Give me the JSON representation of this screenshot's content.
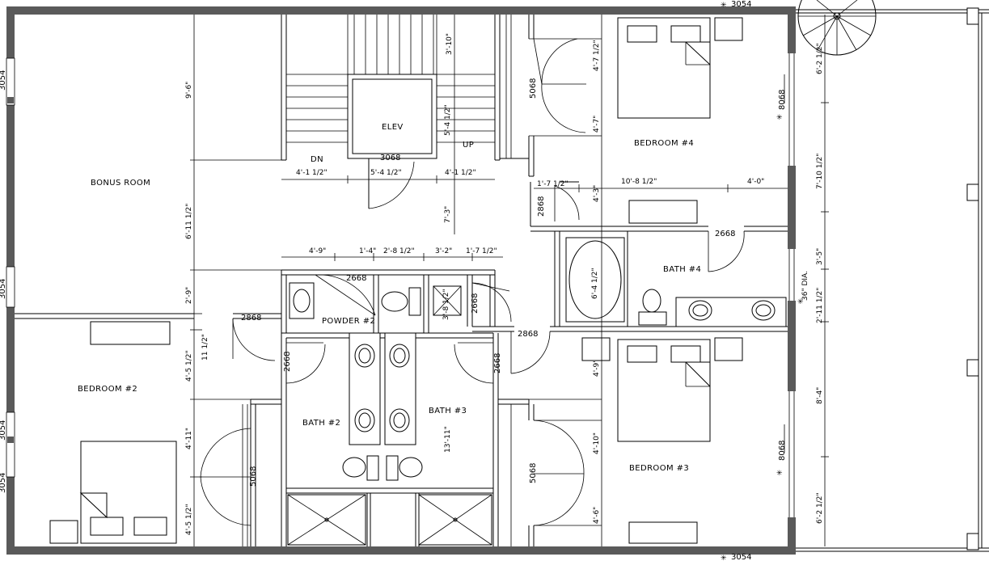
{
  "rooms": {
    "bonus_room": "BONUS ROOM",
    "bedroom_2": "BEDROOM #2",
    "bedroom_3": "BEDROOM #3",
    "bedroom_4": "BEDROOM #4",
    "bath_2": "BATH #2",
    "bath_3": "BATH #3",
    "bath_4": "BATH #4",
    "powder_2": "POWDER #2",
    "elev": "ELEV"
  },
  "stair_labels": {
    "dn": "DN",
    "up": "UP"
  },
  "door_labels": {
    "elev_door": "3068",
    "closet_b4": "5068",
    "closet_b3": "5068",
    "closet_b2": "5068",
    "bath4_entry": "2668",
    "bath4_side": "2868",
    "powder_door": "2668",
    "bath3_side": "2668",
    "hall_bath3": "2868",
    "bath2_side": "2668",
    "bedroom2_door": "2868",
    "bath3_entry": "2668",
    "window_b4": "8068",
    "window_b3": "8068",
    "window_top": "3054",
    "window_bottom": "3054",
    "window_left_1": "3054",
    "window_left_2": "3054",
    "window_left_3": "3054",
    "window_left_4": "3054"
  },
  "dimensions": {
    "stair_left": "4'-1 1/2\"",
    "stair_mid": "5'-4 1/2\"",
    "stair_right": "4'-1 1/2\"",
    "stair_top": "3'-10\"",
    "elev_height": "5'-4 1/2\"",
    "hall_height": "7'-3\"",
    "bonus_top": "9'-6\"",
    "bonus_mid": "6'-11 1/2\"",
    "bonus_low": "2'-9\"",
    "b2_top": "11 1/2\"",
    "b2_mid": "4'-5 1/2\"",
    "b2_closet": "4'-11\"",
    "b2_bottom": "4'-5 1/2\"",
    "row_a": "4'-9\"",
    "row_b": "1'-4\"",
    "row_c": "2'-8 1/2\"",
    "row_d": "3'-2\"",
    "row_e": "1'-7 1/2\"",
    "wh_dim": "3'-8 1/2\"",
    "b4_closet_top": "4'-7 1/2\"",
    "b4_closet_bot": "4'-7\"",
    "b4_nook": "1'-7 1/2\"",
    "b4_gap": "4'-3\"",
    "b4_width": "10'-8 1/2\"",
    "b4_right": "4'-0\"",
    "tub": "6'-4 1/2\"",
    "dia": "36\" DIA.",
    "balcony_top": "6'-2 1/2\"",
    "balcony_mid": "7'-10 1/2\"",
    "balcony_b": "3'-5\"",
    "balcony_c": "2'-11 1/2\"",
    "balcony_d": "8'-4\"",
    "balcony_bottom": "6'-2 1/2\"",
    "b3_top": "4'-9\"",
    "b3_closet": "4'-10\"",
    "b3_bottom": "4'-6\"",
    "bath_height": "13'-11\""
  }
}
